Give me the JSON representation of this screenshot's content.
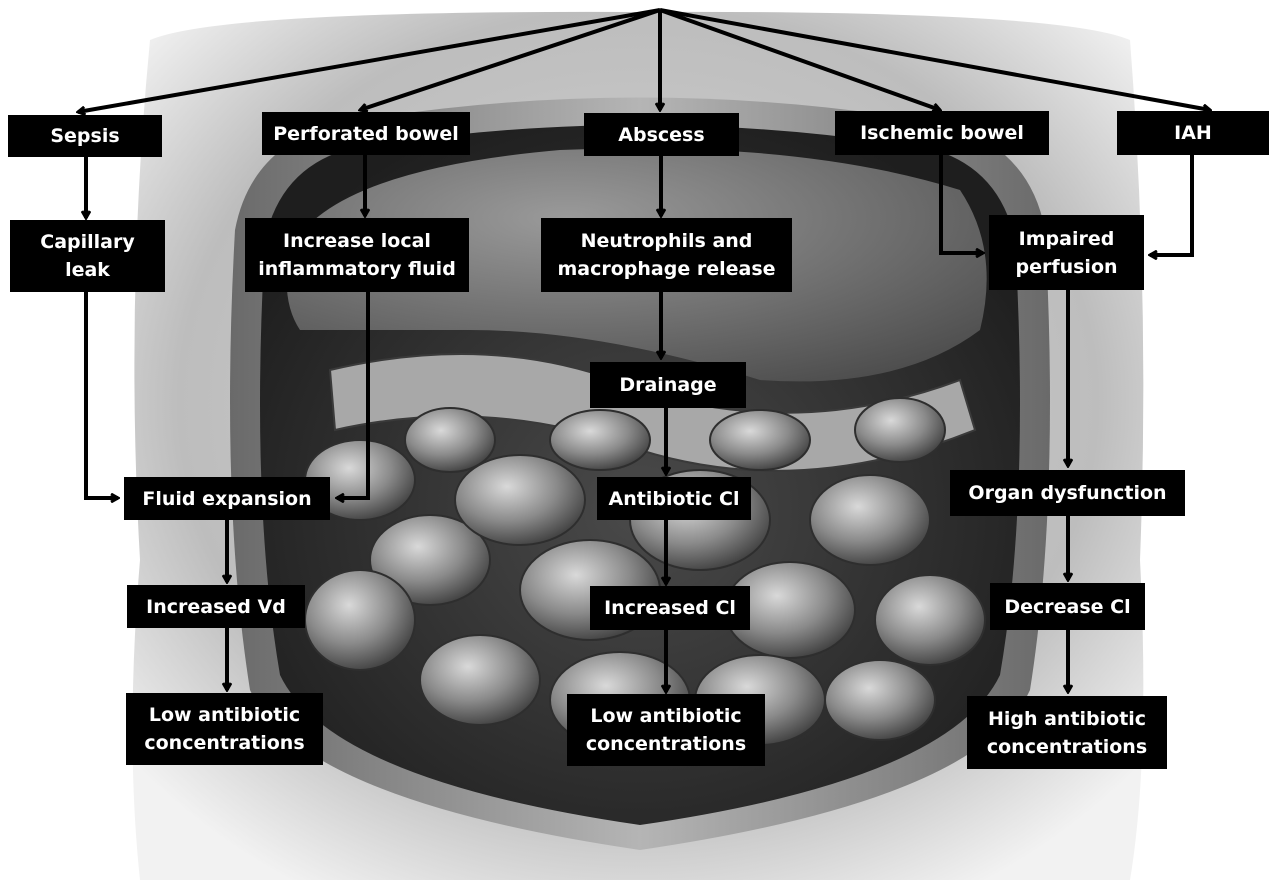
{
  "boxes": {
    "sepsis": "Sepsis",
    "perforated_bowel": "Perforated bowel",
    "abscess": "Abscess",
    "ischemic_bowel": "Ischemic bowel",
    "iah": "IAH",
    "capillary_leak": "Capillary\nleak",
    "increase_local_inflammatory_fluid": "Increase local\ninflammatory fluid",
    "neutrophils_macrophage_release": "Neutrophils and\nmacrophage release",
    "impaired_perfusion": "Impaired\nperfusion",
    "drainage": "Drainage",
    "fluid_expansion": "Fluid expansion",
    "antibiotic_cl": "Antibiotic Cl",
    "organ_dysfunction": "Organ dysfunction",
    "increased_vd": "Increased Vd",
    "increased_cl": "Increased Cl",
    "decrease_cl": "Decrease Cl",
    "low_antibiotic_concentrations_left": "Low antibiotic\nconcentrations",
    "low_antibiotic_concentrations_center": "Low antibiotic\nconcentrations",
    "high_antibiotic_concentrations": "High antibiotic\nconcentrations"
  },
  "illustration": {
    "subject": "abdominal-cavity-anatomy-illustration",
    "palette": [
      "#ffffff",
      "#e6e6e6",
      "#8f8f8f",
      "#3a3a3a",
      "#000000"
    ]
  }
}
